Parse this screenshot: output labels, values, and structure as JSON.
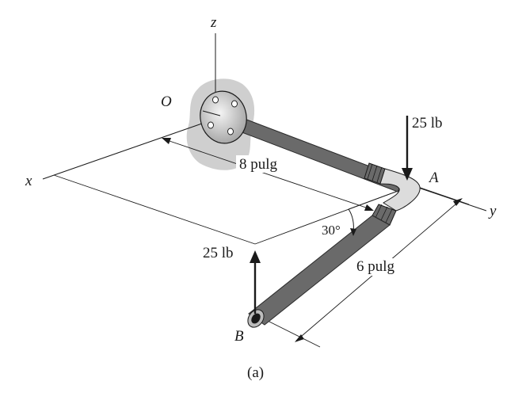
{
  "axes": {
    "x": "x",
    "y": "y",
    "z": "z"
  },
  "points": {
    "origin": "O",
    "a": "A",
    "b": "B"
  },
  "forces": {
    "at_a": "25 lb",
    "at_b": "25 lb"
  },
  "dimensions": {
    "length_oa": "8 pulg",
    "length_ab": "6 pulg",
    "angle": "30°"
  },
  "caption": "(a)",
  "colors": {
    "ink": "#1a1a1a",
    "pipe_light": "#eeeeee",
    "pipe_dark": "#6a6a6a",
    "wall": "#cfcfcf"
  }
}
